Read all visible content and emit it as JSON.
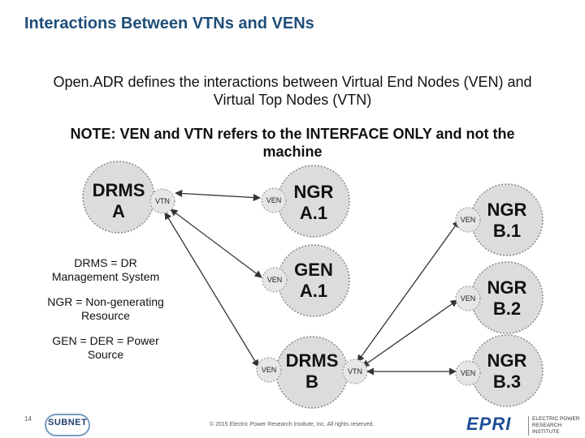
{
  "title": "Interactions Between VTNs and VENs",
  "intro": {
    "line1": "Open.ADR defines the interactions between Virtual End Nodes (VEN) and",
    "line2": "Virtual Top Nodes (VTN)"
  },
  "note": {
    "line1": "NOTE: VEN and VTN refers to the INTERFACE ONLY and not the",
    "line2": "machine"
  },
  "nodes": [
    {
      "id": "drms-a",
      "line1": "DRMS",
      "line2": "A"
    },
    {
      "id": "ngr-a1",
      "line1": "NGR",
      "line2": "A.1"
    },
    {
      "id": "gen-a1",
      "line1": "GEN",
      "line2": "A.1"
    },
    {
      "id": "drms-b",
      "line1": "DRMS",
      "line2": "B"
    },
    {
      "id": "ngr-b1",
      "line1": "NGR",
      "line2": "B.1"
    },
    {
      "id": "ngr-b2",
      "line1": "NGR",
      "line2": "B.2"
    },
    {
      "id": "ngr-b3",
      "line1": "NGR",
      "line2": "B.3"
    }
  ],
  "interfaces": {
    "vtn": "VTN",
    "ven": "VEN"
  },
  "legend": {
    "drms": {
      "line1": "DRMS = DR",
      "line2": "Management System"
    },
    "ngr": {
      "line1": "NGR = Non-generating",
      "line2": "Resource"
    },
    "gen": {
      "line1": "GEN = DER = Power",
      "line2": "Source"
    }
  },
  "footer": {
    "page_number": "14",
    "copyright": "© 2015 Electric Power Research Institute, Inc. All rights reserved.",
    "subnet_logo": "SUBNET",
    "epri_logo": "EPRI",
    "epri_sub1": "ELECTRIC POWER",
    "epri_sub2": "RESEARCH INSTITUTE"
  },
  "colors": {
    "title": "#1f4e79",
    "node_fill": "#dcdcdc",
    "node_stroke": "#8a8a8a",
    "arrow": "#333333"
  }
}
